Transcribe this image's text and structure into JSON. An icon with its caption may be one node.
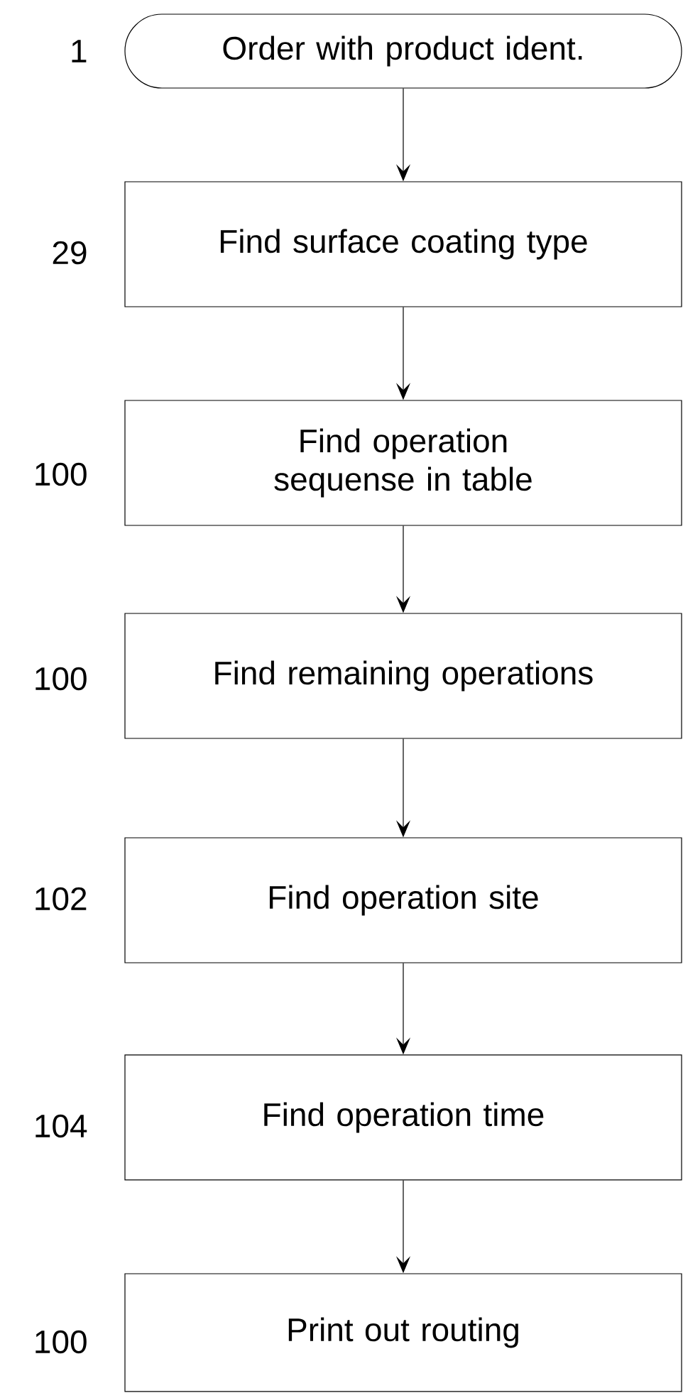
{
  "diagram": {
    "nodes": [
      {
        "text": [
          "Order with product ident."
        ],
        "beside": [
          "1"
        ]
      },
      {
        "text": [
          "Find surface coating type"
        ],
        "beside": [
          "29"
        ]
      },
      {
        "text": [
          "Find operation sequense in table"
        ],
        "beside": [
          "100"
        ]
      },
      {
        "text": [
          "Find remaining operations"
        ],
        "beside": [
          "100"
        ]
      },
      {
        "text": [
          "Find operation site"
        ],
        "beside": [
          "102"
        ]
      },
      {
        "text": [
          "Find operation time"
        ],
        "beside": [
          "104"
        ]
      },
      {
        "text": [
          "Print out routing"
        ],
        "beside": [
          "100"
        ]
      }
    ],
    "edges": [
      {
        "from": 0,
        "to": 1,
        "arrow": "to"
      },
      {
        "from": 1,
        "to": 2,
        "arrow": "to"
      },
      {
        "from": 2,
        "to": 3,
        "arrow": "to"
      },
      {
        "from": 3,
        "to": 4,
        "arrow": "to"
      },
      {
        "from": 4,
        "to": 5,
        "arrow": "to"
      },
      {
        "from": 5,
        "to": 6,
        "arrow": "to"
      }
    ]
  }
}
